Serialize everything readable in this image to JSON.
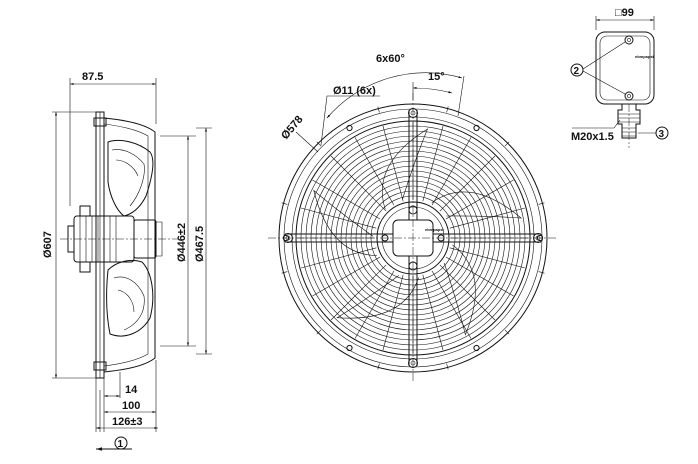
{
  "side_view": {
    "dims": {
      "width_top": "87.5",
      "overall_dia": "Ø607",
      "inner_dia_a": "Ø446±2",
      "inner_dia_b": "Ø467.5",
      "depth_a": "14",
      "depth_b": "100",
      "depth_c": "126±3"
    },
    "callout": "1"
  },
  "front_view": {
    "dims": {
      "angle_spacing": "6x60°",
      "angle_offset": "15°",
      "hole_dia": "Ø11 (6x)",
      "bolt_circle": "Ø578"
    },
    "brand": "ebmpapst"
  },
  "terminal_box": {
    "dims": {
      "size": "□99",
      "gland": "M20x1.5"
    },
    "callouts": [
      "2",
      "3"
    ],
    "brand": "ebmpapst"
  }
}
